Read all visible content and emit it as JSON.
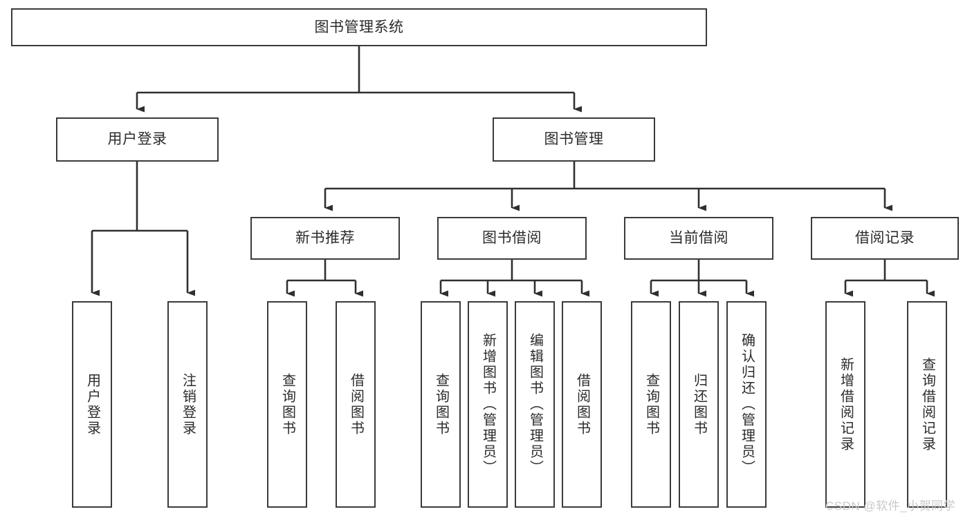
{
  "diagram": {
    "type": "hierarchy-tree",
    "title": "图书管理系统",
    "orientation": "top-down",
    "edge_style": "orthogonal-with-arrowheads",
    "colors": {
      "box_border": "#3a3a3a",
      "box_fill": "#ffffff",
      "edge": "#2f2f2f",
      "text": "#2b2b2b",
      "watermark": "#c8c8c8"
    },
    "nodes": {
      "root": {
        "id": "root",
        "label": "图书管理系统",
        "level": 0
      },
      "level1": [
        {
          "id": "user-login",
          "label": "用户登录",
          "level": 1
        },
        {
          "id": "book-manage",
          "label": "图书管理",
          "level": 1
        }
      ],
      "level2": [
        {
          "id": "new-book-recommend",
          "label": "新书推荐",
          "level": 2,
          "parent": "book-manage"
        },
        {
          "id": "book-borrow",
          "label": "图书借阅",
          "level": 2,
          "parent": "book-manage"
        },
        {
          "id": "current-borrow",
          "label": "当前借阅",
          "level": 2,
          "parent": "book-manage"
        },
        {
          "id": "borrow-record",
          "label": "借阅记录",
          "level": 2,
          "parent": "book-manage"
        }
      ],
      "leaves": [
        {
          "id": "leaf-user-login",
          "label": "用户登录",
          "parent": "user-login"
        },
        {
          "id": "leaf-logout-login",
          "label": "注销登录",
          "parent": "user-login"
        },
        {
          "id": "leaf-query-book-1",
          "label": "查询图书",
          "parent": "new-book-recommend"
        },
        {
          "id": "leaf-borrow-book-1",
          "label": "借阅图书",
          "parent": "new-book-recommend"
        },
        {
          "id": "leaf-query-book-2",
          "label": "查询图书",
          "parent": "book-borrow"
        },
        {
          "id": "leaf-add-book",
          "label": "新增图书（管理员）",
          "parent": "book-borrow"
        },
        {
          "id": "leaf-edit-book",
          "label": "编辑图书（管理员）",
          "parent": "book-borrow"
        },
        {
          "id": "leaf-borrow-book-2",
          "label": "借阅图书",
          "parent": "book-borrow"
        },
        {
          "id": "leaf-query-book-3",
          "label": "查询图书",
          "parent": "current-borrow"
        },
        {
          "id": "leaf-return-book",
          "label": "归还图书",
          "parent": "current-borrow"
        },
        {
          "id": "leaf-confirm-return",
          "label": "确认归还（管理员）",
          "parent": "current-borrow"
        },
        {
          "id": "leaf-add-record",
          "label": "新增借阅记录",
          "parent": "borrow-record"
        },
        {
          "id": "leaf-query-record",
          "label": "查询借阅记录",
          "parent": "borrow-record"
        }
      ]
    }
  },
  "watermark": {
    "text": "CSDN @软件_小贺同学"
  }
}
